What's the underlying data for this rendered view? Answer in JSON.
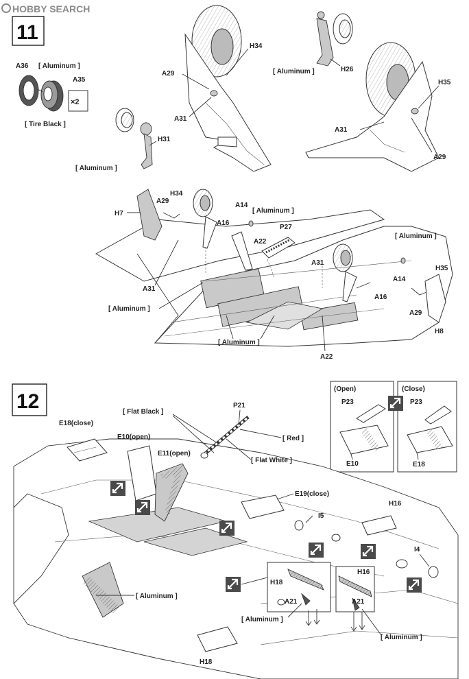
{
  "watermark": {
    "text": "HOBBY SEARCH"
  },
  "step11": {
    "number": "11",
    "labels": {
      "a36": "A36",
      "aluminum_tire": "[ Aluminum ]",
      "a35": "A35",
      "times2": "×2",
      "tire_black": "[ Tire Black ]",
      "h31": "H31",
      "aluminum_h31": "[ Aluminum ]",
      "a29_left": "A29",
      "h34_top": "H34",
      "a31_top": "A31",
      "aluminum_h26": "[ Aluminum ]",
      "h26": "H26",
      "h35_top": "H35",
      "a31_right": "A31",
      "a29_right": "A29",
      "h7": "H7",
      "a29_mid": "A29",
      "h34_mid": "H34",
      "a14_mid": "A14",
      "aluminum_a14": "[ Aluminum ]",
      "a16_mid": "A16",
      "p27": "P27",
      "a22_mid": "A22",
      "a31_mid": "A31",
      "aluminum_right": "[ Aluminum ]",
      "a31_center": "A31",
      "a14_right": "A14",
      "h35_mid": "H35",
      "a16_right": "A16",
      "a29_bottom": "A29",
      "h8": "H8",
      "aluminum_left": "[ Aluminum ]",
      "aluminum_bottom": "[ Aluminum ]",
      "a22_bottom": "A22"
    }
  },
  "step12": {
    "number": "12",
    "inset": {
      "open_title": "(Open)",
      "close_title": "(Close)",
      "p23_open": "P23",
      "p23_close": "P23",
      "e10": "E10",
      "e18": "E18"
    },
    "labels": {
      "e18_close": "E18(close)",
      "e10_open": "E10(open)",
      "e11_open": "E11(open)",
      "flat_black": "[ Flat Black ]",
      "p21": "P21",
      "red": "[ Red ]",
      "flat_white": "[ Flat White ]",
      "e19_close": "E19(close)",
      "i5": "I5",
      "h16_top": "H16",
      "i4": "I4",
      "h18_box": "H18",
      "h16_box": "H16",
      "a21_left": "A21",
      "a21_right": "A21",
      "aluminum_left": "[ Aluminum ]",
      "aluminum_mid": "[ Aluminum ]",
      "aluminum_right": "[ Aluminum ]",
      "h18_bottom": "H18"
    }
  }
}
